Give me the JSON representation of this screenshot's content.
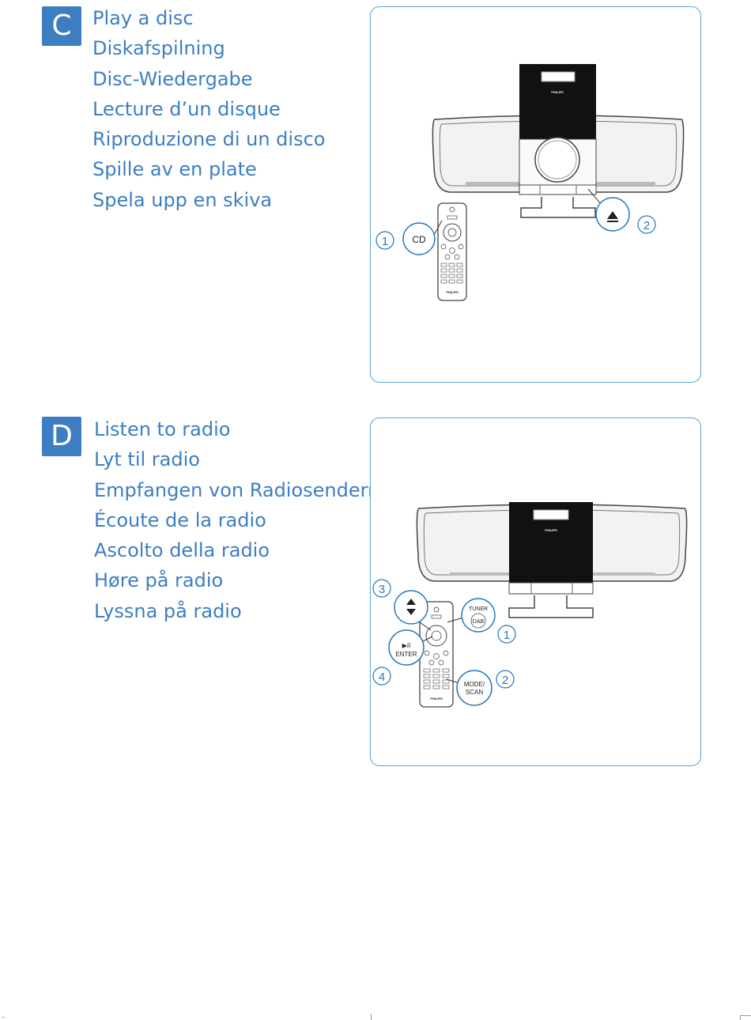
{
  "section_c": {
    "letter": "C",
    "titles": [
      "Play a disc",
      "Diskafspilning",
      "Disc-Wiedergabe",
      "Lecture d’un disque",
      "Riproduzione di un disco",
      "Spille av en plate",
      "Spela upp en skiva"
    ],
    "figure": {
      "brand": "PHILIPS",
      "step_1": "1",
      "step_2": "2",
      "cd_button": "CD",
      "eject_icon": "eject-icon"
    }
  },
  "section_d": {
    "letter": "D",
    "titles": [
      "Listen to radio",
      "Lyt til radio",
      "Empfangen von Radiosendern",
      "Écoute de la radio",
      "Ascolto della radio",
      "Høre på radio",
      "Lyssna på radio"
    ],
    "figure": {
      "brand": "PHILIPS",
      "step_1": "1",
      "step_2": "2",
      "step_3": "3",
      "step_4": "4",
      "tuner_label": "TUNER",
      "dab_label": "DAB",
      "mode_label": "MODE/",
      "scan_label": "SCAN",
      "play_pause_symbol": "▶II",
      "enter_label": "ENTER",
      "up_down_icon": "up-down-arrows-icon"
    }
  },
  "colors": {
    "accent": "#3d7ec2",
    "panel_border": "#5aa2d4"
  }
}
